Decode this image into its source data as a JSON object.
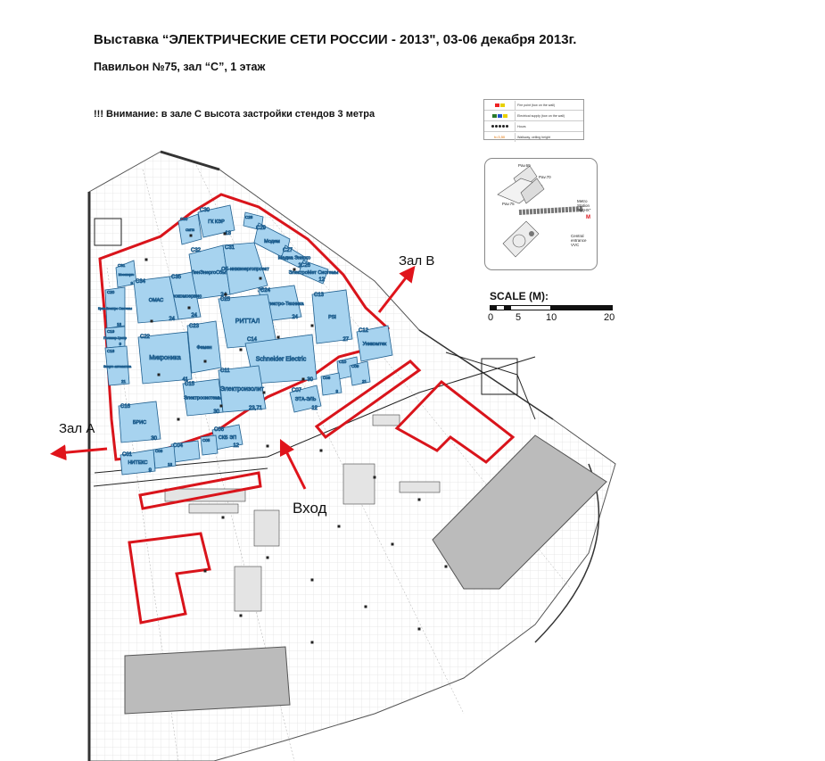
{
  "header": {
    "title": "Выставка “ЭЛЕКТРИЧЕСКИЕ СЕТИ РОССИИ - 2013\", 03-06 декабря 2013г.",
    "subtitle": "Павильон №75, зал “С”, 1 этаж",
    "warning": "!!! Внимание: в зале С высота застройки стендов 3 метра"
  },
  "legend": {
    "rows": [
      {
        "text": "Fire point (tow on the wall)",
        "icon": "fire-point-icon"
      },
      {
        "text": "Electrical supply (tow on the wall)",
        "icon": "power-supply-icon"
      },
      {
        "text": "Hours",
        "icon": "column-icon"
      },
      {
        "text": "Walkway, ceiling height",
        "symbol": "h=3,50"
      }
    ]
  },
  "inset": {
    "labels": {
      "pav69": "Pav.69",
      "pav70": "Pav.70",
      "pav75": "Pav.75",
      "metro": "Metro Station \"ВДНХ\"",
      "entrance": "Central entrance VVC",
      "metro_letter": "M"
    }
  },
  "scale": {
    "title": "SCALE (M):",
    "ticks": [
      "0",
      "5",
      "10",
      "20"
    ]
  },
  "labels": {
    "hall_a": "Зал А",
    "hall_b": "Зал В",
    "entrance": "Вход"
  },
  "booths": [
    {
      "code": "C30",
      "name": "ГК КЭР",
      "area": "18"
    },
    {
      "code": "C30",
      "name": "СМП3",
      "area": ""
    },
    {
      "code": "C28",
      "name": "",
      "area": ""
    },
    {
      "code": "C29",
      "name": "Модем",
      "area": ""
    },
    {
      "code": "C27",
      "name": "Медиа Энерго",
      "area": "18"
    },
    {
      "code": "C26",
      "name": "ЭлектроМет Системы",
      "area": "12"
    },
    {
      "code": "C31",
      "name": "Мосэнерго",
      "area": "9"
    },
    {
      "code": "C32",
      "name": "ЛенЭнергоСбыт",
      "area": "24"
    },
    {
      "code": "C31",
      "name": "ОБ-инжэнергопроект",
      "area": "24"
    },
    {
      "code": "C35",
      "name": "Прокомсервис",
      "area": "24"
    },
    {
      "code": "C34",
      "name": "ОМАС",
      "area": "24"
    },
    {
      "code": "C24",
      "name": "ЭФ Электро-Техника",
      "area": "24"
    },
    {
      "code": "C25",
      "name": "РИТТАЛ",
      "area": "48"
    },
    {
      "code": "C13",
      "name": "PSI",
      "area": "27"
    },
    {
      "code": "C22",
      "name": "Микроника",
      "area": "41"
    },
    {
      "code": "C23",
      "name": "Фемен",
      "area": ""
    },
    {
      "code": "C14",
      "name": "Schneider Electric",
      "area": "30"
    },
    {
      "code": "C12",
      "name": "Уникомтех",
      "area": ""
    },
    {
      "code": "C20",
      "name": "Крис-Электро Системы",
      "area": "18"
    },
    {
      "code": "C19",
      "name": "Полимер-Центр",
      "area": "9"
    },
    {
      "code": "C18",
      "name": "Энерго автоматика",
      "area": "21"
    },
    {
      "code": "C15",
      "name": "Электросистемы",
      "area": "30"
    },
    {
      "code": "C11",
      "name": "Электроизолит",
      "area": "23,71"
    },
    {
      "code": "C10",
      "name": "",
      "area": ""
    },
    {
      "code": "C09",
      "name": "",
      "area": "21"
    },
    {
      "code": "C08",
      "name": "",
      "area": "9"
    },
    {
      "code": "C07",
      "name": "ЭТА-ЭЛЬ",
      "area": "12"
    },
    {
      "code": "C16",
      "name": "БРИС",
      "area": "30"
    },
    {
      "code": "C06",
      "name": "СКБ ЭП",
      "area": "12"
    },
    {
      "code": "C05",
      "name": "",
      "area": ""
    },
    {
      "code": "C04",
      "name": "",
      "area": ""
    },
    {
      "code": "C03",
      "name": "",
      "area": "18"
    },
    {
      "code": "C01",
      "name": "НИТЕКС",
      "area": "9"
    }
  ],
  "colors": {
    "booth_fill": "#a7d3ef",
    "booth_stroke": "#1f5f8f",
    "boundary": "#d9141b",
    "grey_zone": "#bbbbbb",
    "grid": "#cfcfcf"
  }
}
